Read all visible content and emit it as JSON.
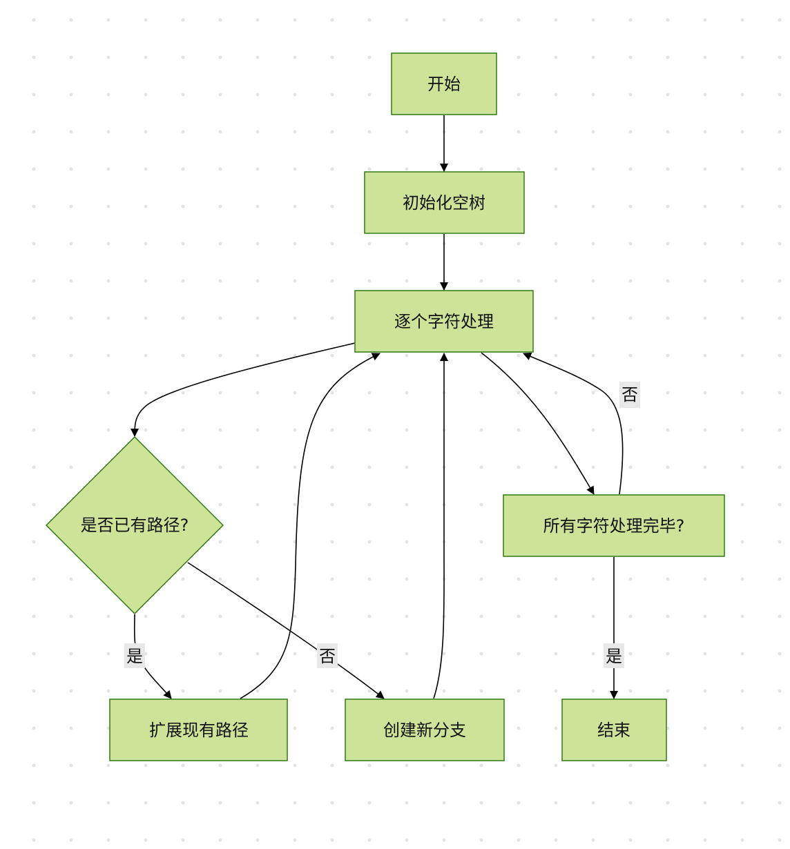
{
  "nodes": {
    "start": "开始",
    "init_empty_tree": "初始化空树",
    "process_each_char": "逐个字符处理",
    "has_path": "是否已有路径?",
    "all_done": "所有字符处理完毕?",
    "extend_path": "扩展现有路径",
    "create_branch": "创建新分支",
    "end": "结束"
  },
  "edge_labels": {
    "has_path_yes": "是",
    "has_path_no": "否",
    "all_done_no": "否",
    "all_done_yes": "是"
  },
  "colors": {
    "node_fill": "#cde498",
    "node_stroke": "#2f7a14",
    "edge": "#000000",
    "label_bg": "#e8e8e8"
  }
}
